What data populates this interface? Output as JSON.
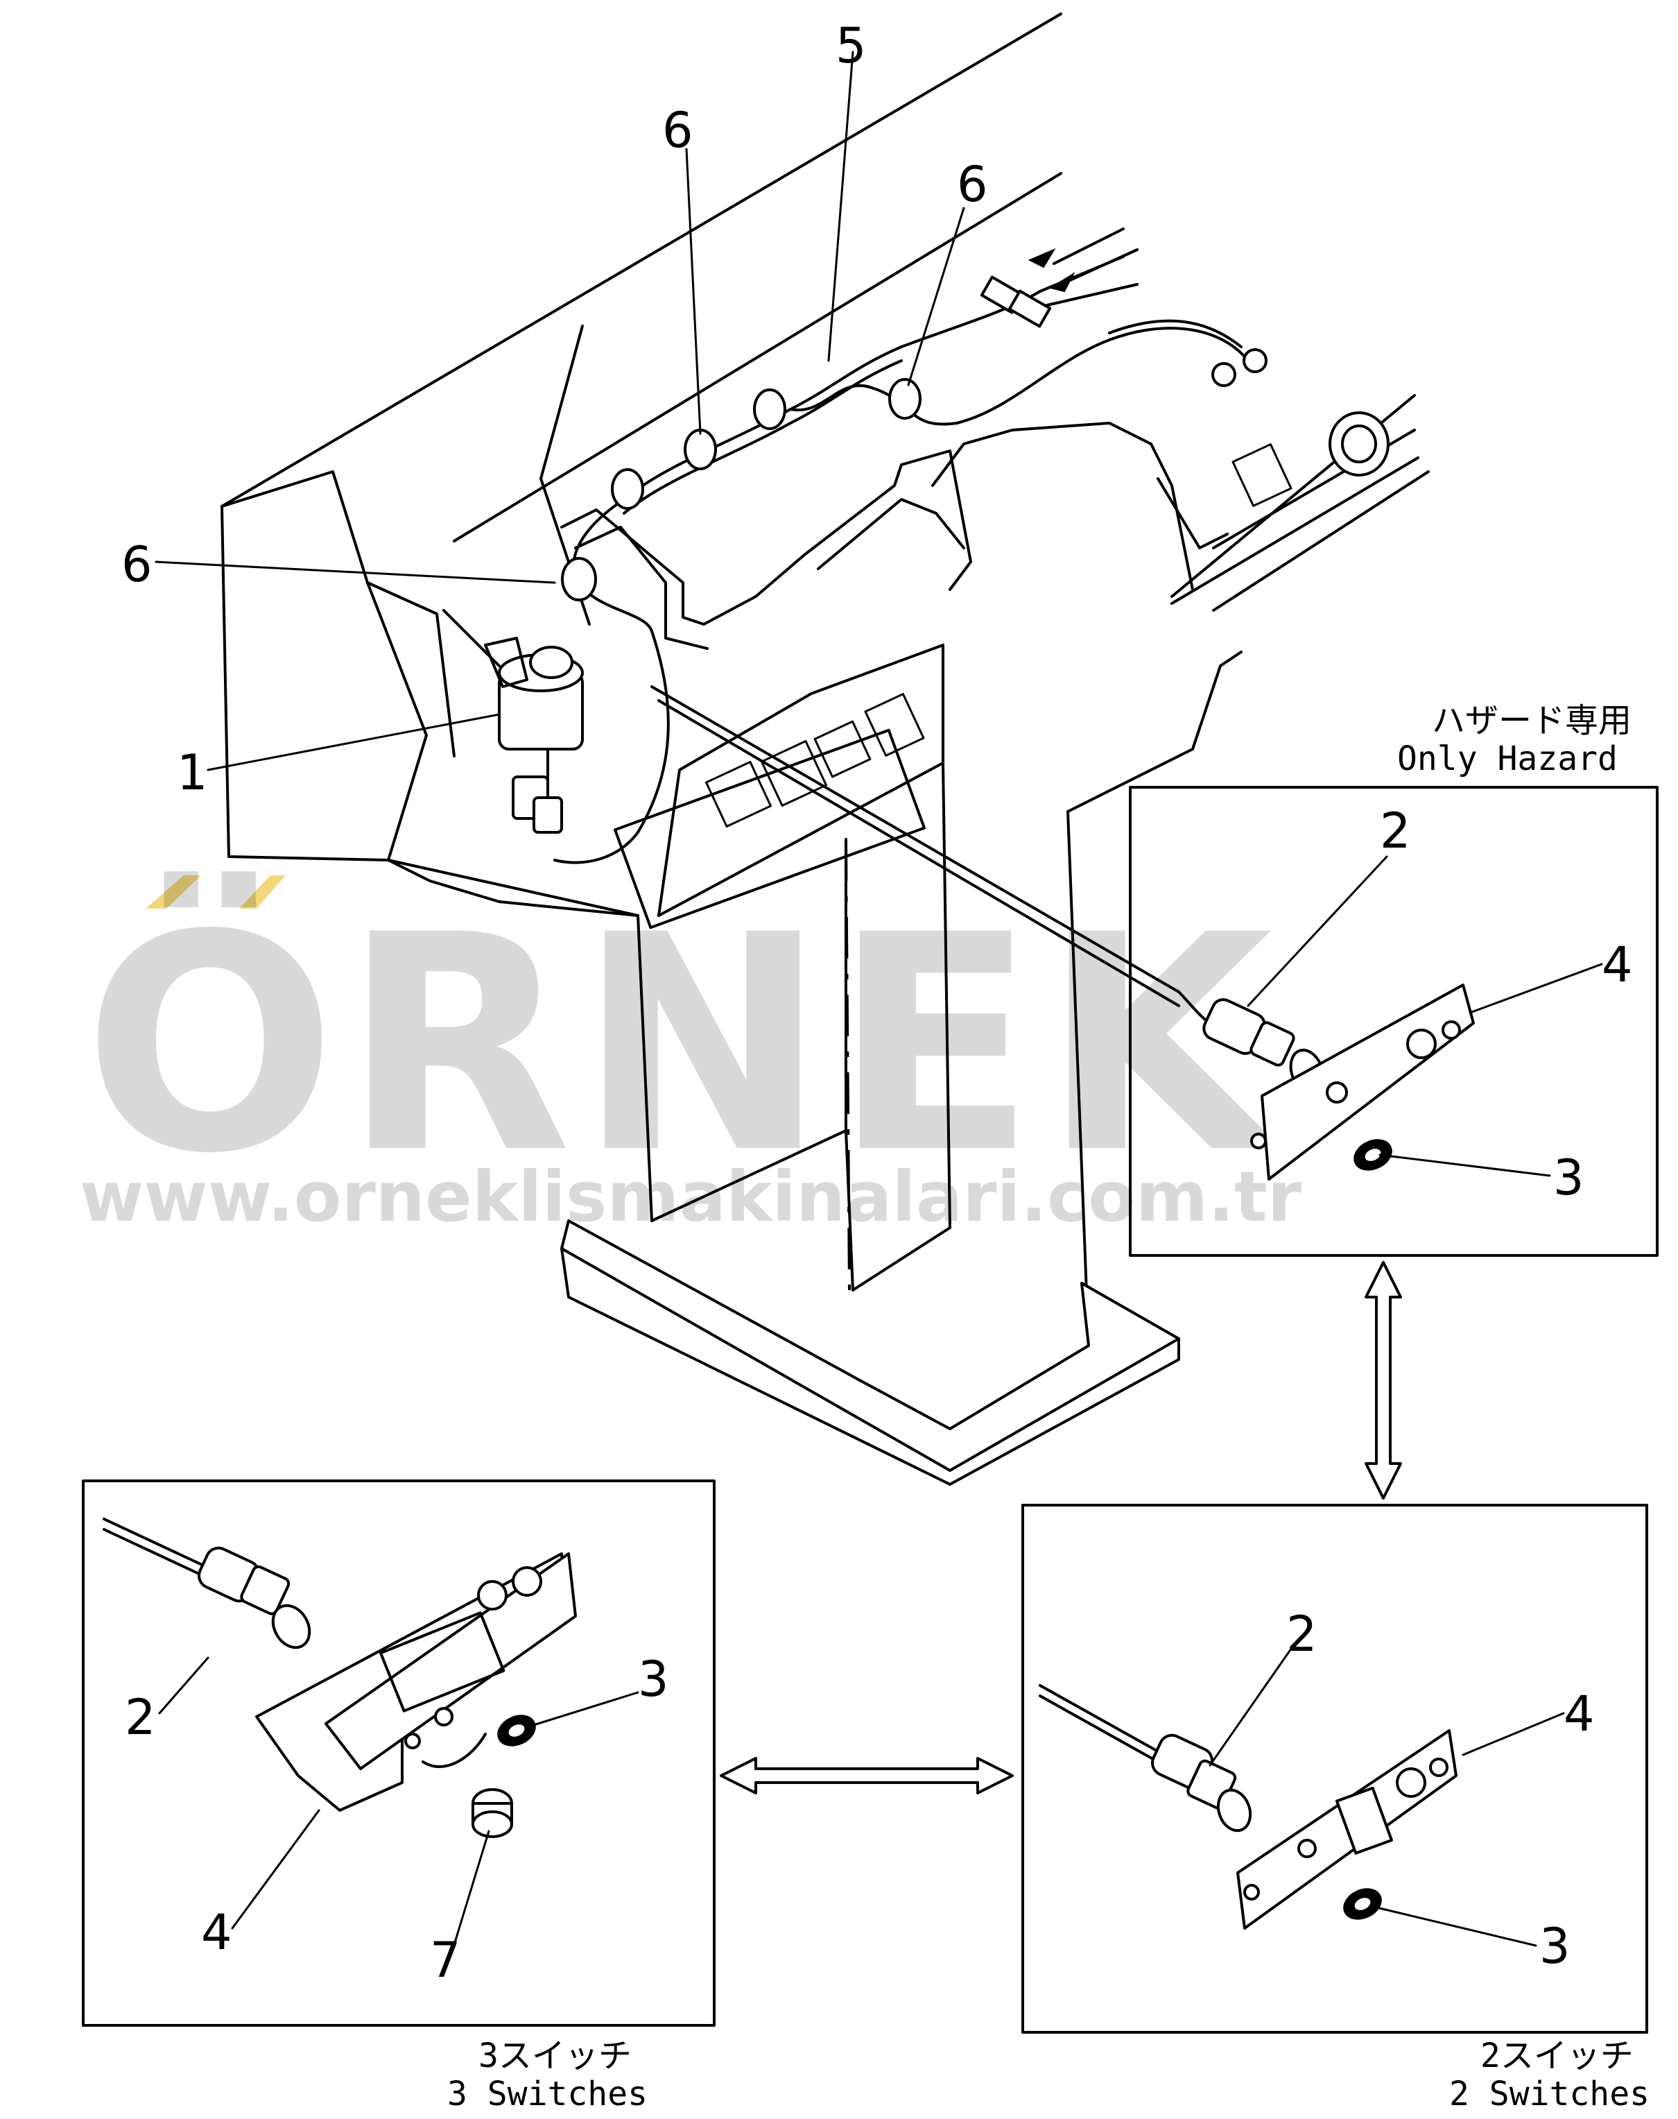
{
  "watermark": {
    "brand": "ÖRNEK",
    "url": "www.orneklismakinalari.com.tr",
    "accent_color": "#f3d77c",
    "text_color": "#d6d4d8"
  },
  "callouts": {
    "n1": "1",
    "n2": "2",
    "n3": "3",
    "n4": "4",
    "n5": "5",
    "n6": "6",
    "n7": "7"
  },
  "captions": {
    "hazard_jp": "ハザード専用",
    "hazard_en": "Only Hazard",
    "three_jp": "3スイッチ",
    "three_en": "3 Switches",
    "two_jp": "2スイッチ",
    "two_en": "2 Switches"
  },
  "colors": {
    "line": "#000000",
    "background": "#ffffff"
  }
}
